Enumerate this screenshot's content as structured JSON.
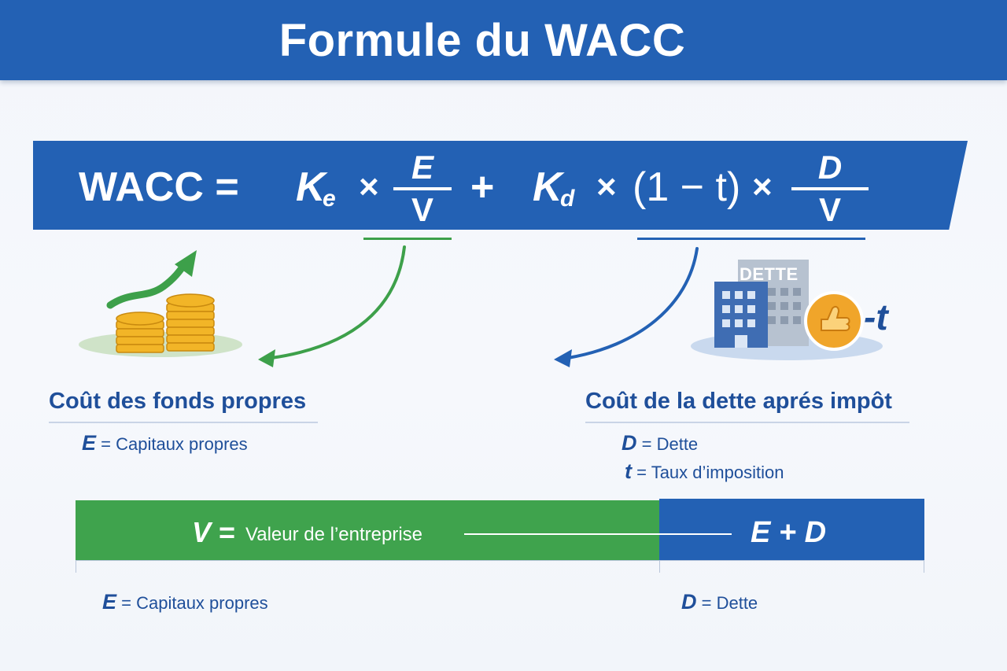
{
  "title": "Formule du WACC",
  "formula": {
    "lhs": "WACC =",
    "ke": "K",
    "ke_sub": "e",
    "times": "×",
    "frac1_num": "E",
    "frac1_den": "V",
    "plus": "+",
    "kd": "K",
    "kd_sub": "d",
    "tax_factor": "(1 − t)",
    "frac2_num": "D",
    "frac2_den": "V"
  },
  "equity": {
    "title": "Coût des fonds propres",
    "def_symbol": "E",
    "def_text": "= Capitaux propres"
  },
  "debt": {
    "title": "Coût de la dette aprés impôt",
    "building_label": "DETTE",
    "tax_mark": "-t",
    "defs": [
      {
        "symbol": "D",
        "text": "= Dette"
      },
      {
        "symbol": "t",
        "text": "= Taux d’imposition"
      }
    ]
  },
  "value_bar": {
    "symbol": "V",
    "eq": "=",
    "label": "Valeur de l’entreprise",
    "sum": "E + D"
  },
  "bottom_legend": {
    "e_symbol": "E",
    "e_text": "= Capitaux propres",
    "d_symbol": "D",
    "d_text": "= Dette"
  },
  "colors": {
    "primary_blue": "#2361b4",
    "green": "#3fa34d",
    "text_blue": "#1f4f9a",
    "coin_gold": "#f2b527"
  }
}
